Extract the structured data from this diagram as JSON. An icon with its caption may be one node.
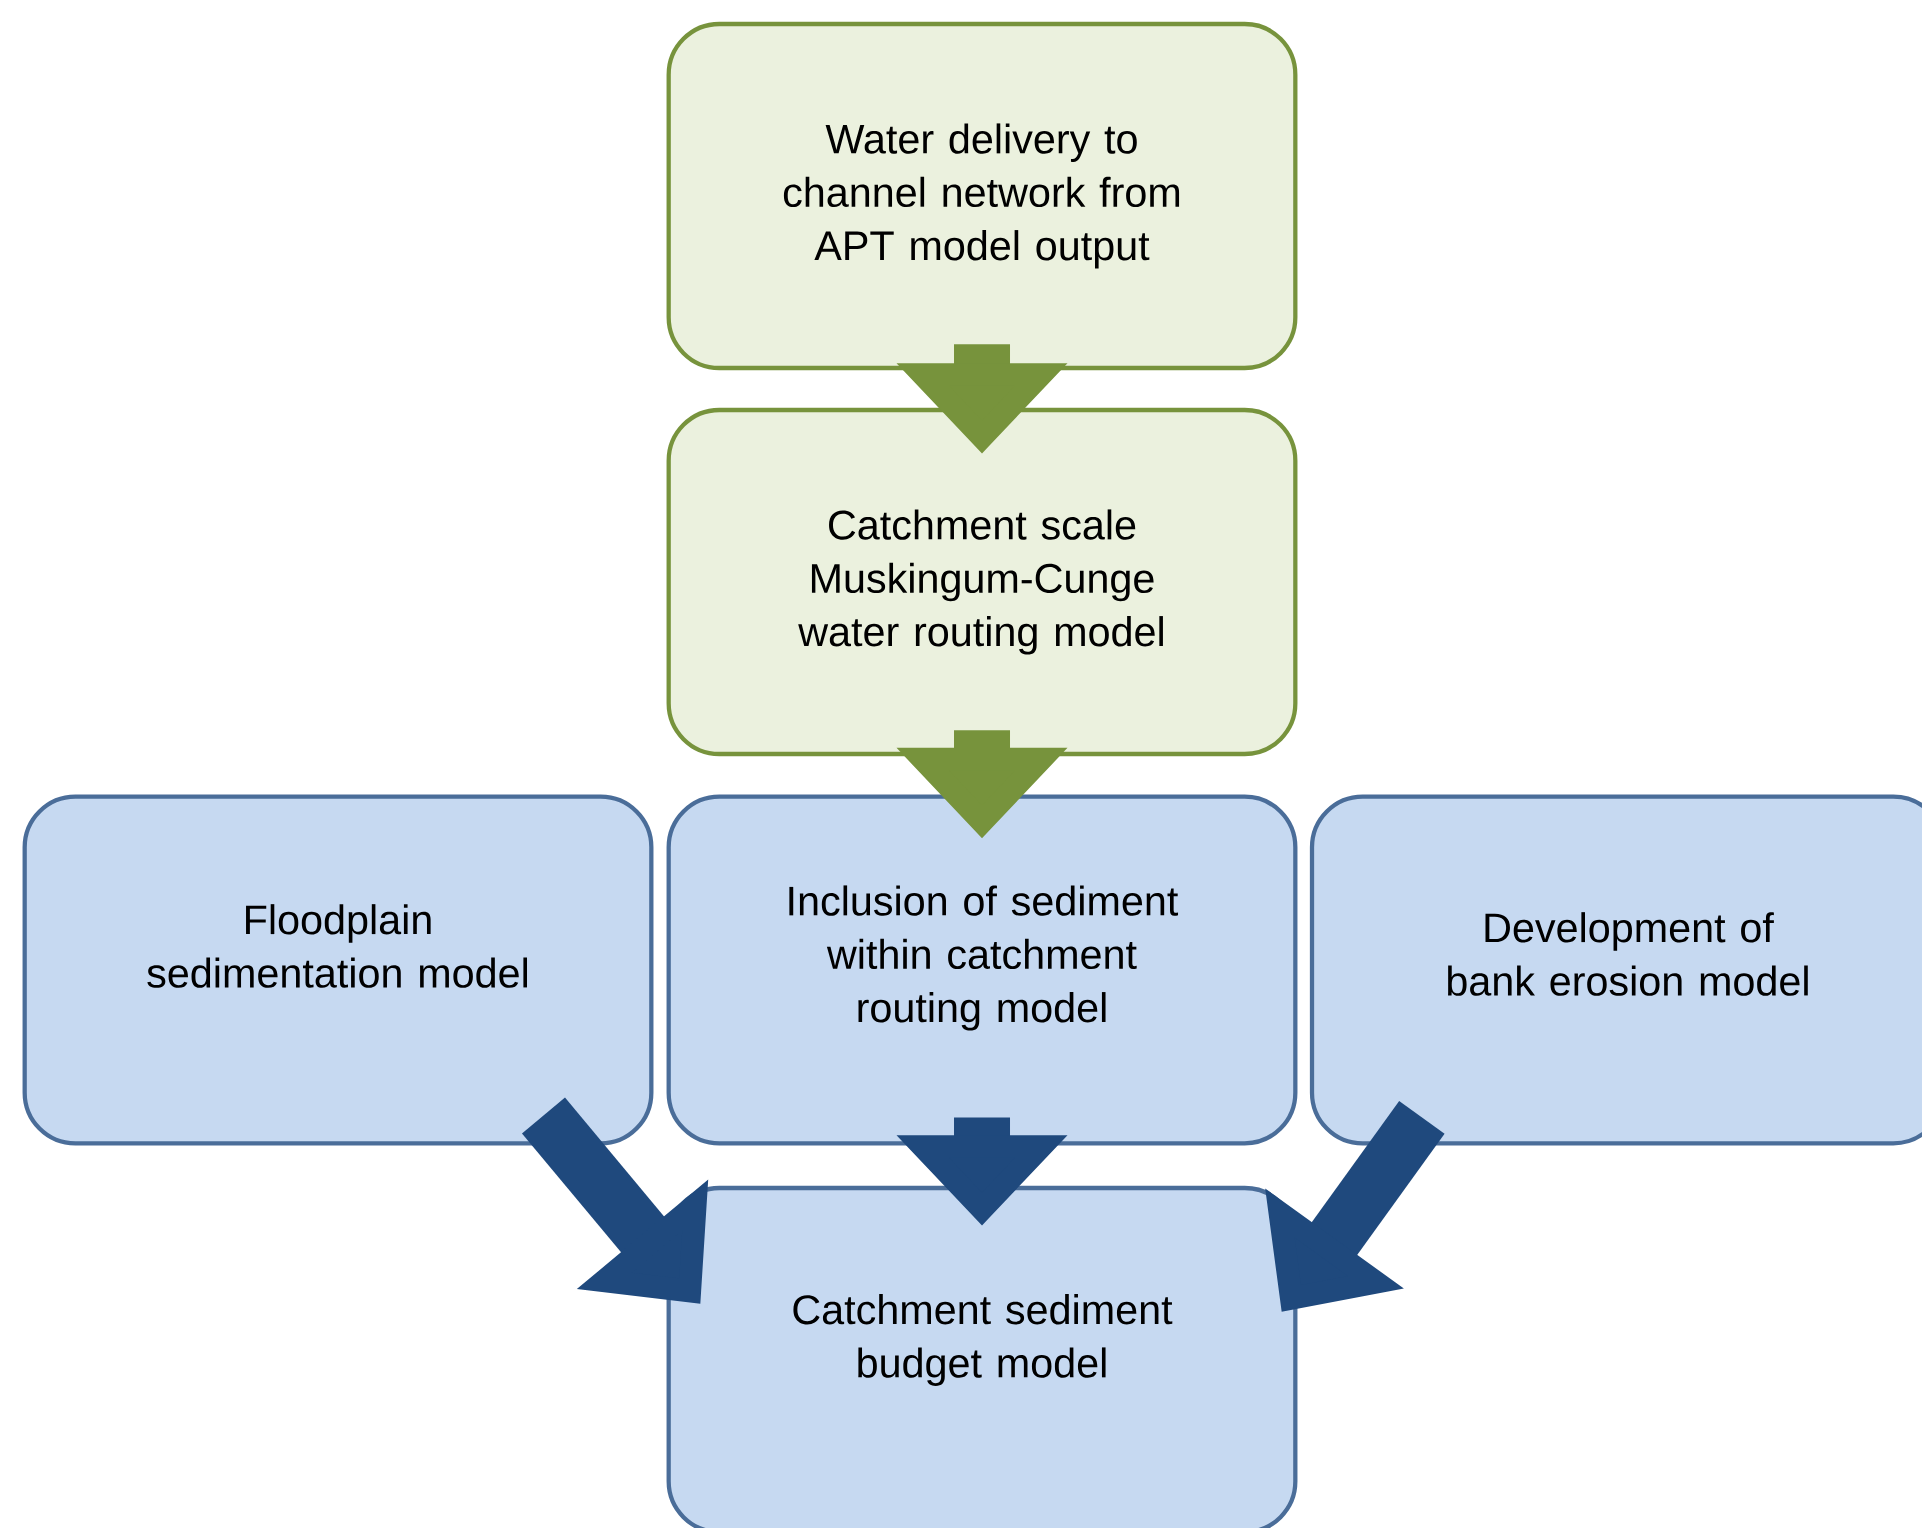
{
  "diagram": {
    "nodes": [
      {
        "text": [
          "Water delivery to channel network from APT model output"
        ]
      },
      {
        "text": [
          "Catchment scale Muskingum-Cunge water routing model"
        ]
      },
      {
        "text": [
          "Floodplain sedimentation model"
        ]
      },
      {
        "text": [
          "Inclusion of sediment within catchment routing model"
        ]
      },
      {
        "text": [
          "Development of bank erosion model"
        ]
      },
      {
        "text": [
          "Catchment sediment budget model"
        ]
      }
    ],
    "edges": [
      {
        "from": 0,
        "to": 1,
        "arrow": "to",
        "color": "#77933c"
      },
      {
        "from": 1,
        "to": 3,
        "arrow": "to",
        "color": "#77933c"
      },
      {
        "from": 2,
        "to": 5,
        "arrow": "to"
      },
      {
        "from": 3,
        "to": 5,
        "arrow": "to"
      },
      {
        "from": 4,
        "to": 5,
        "arrow": "to"
      }
    ]
  }
}
